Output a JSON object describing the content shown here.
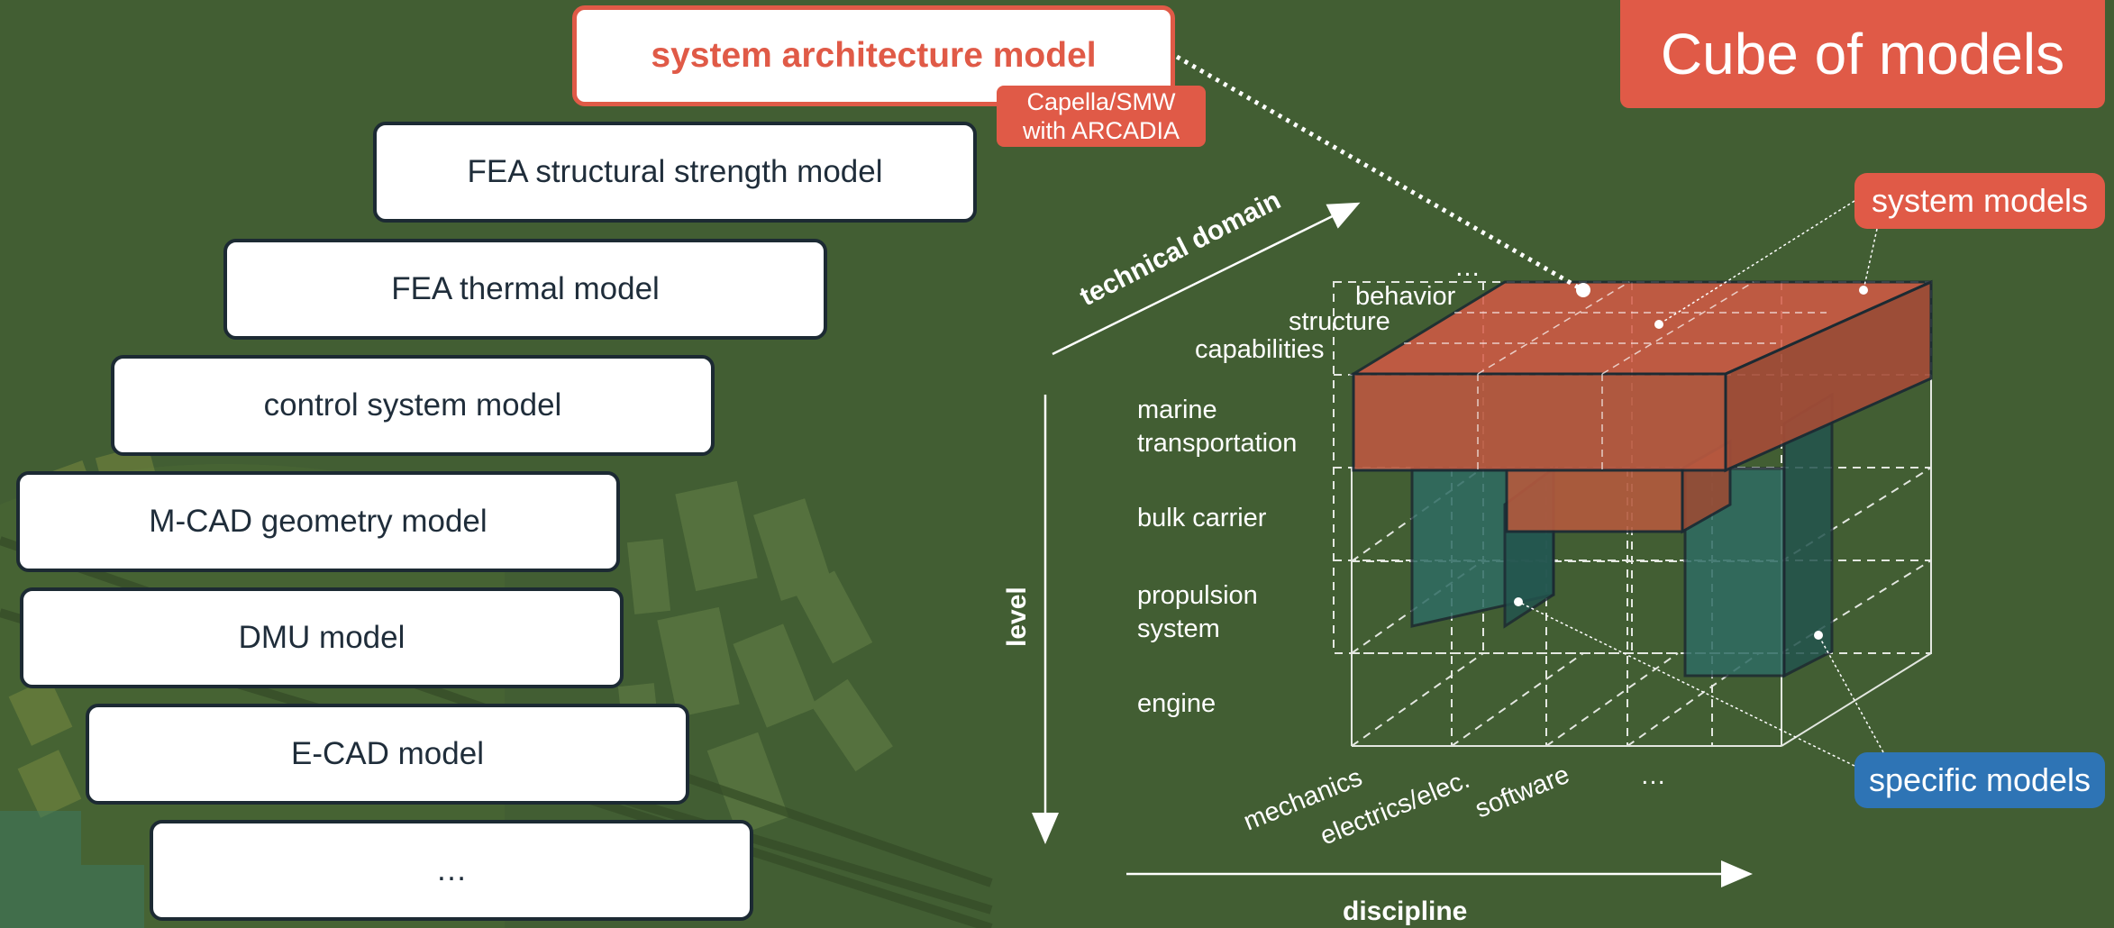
{
  "title": "Cube of models",
  "models": [
    {
      "id": "system-architecture-model",
      "label": "system architecture model",
      "highlight": true
    },
    {
      "id": "fea-structural-model",
      "label": "FEA structural strength model"
    },
    {
      "id": "fea-thermal-model",
      "label": "FEA thermal model"
    },
    {
      "id": "control-system-model",
      "label": "control system model"
    },
    {
      "id": "mcad-geometry-model",
      "label": "M-CAD geometry model"
    },
    {
      "id": "dmu-model",
      "label": "DMU model"
    },
    {
      "id": "ecad-model",
      "label": "E-CAD model"
    },
    {
      "id": "more-models",
      "label": "…"
    }
  ],
  "tool_badge": {
    "line1": "Capella/SMW",
    "line2": "with ARCADIA"
  },
  "callouts": {
    "system_models": "system models",
    "specific_models": "specific models"
  },
  "axes": {
    "technical_domain": "technical domain",
    "level": "level",
    "discipline": "discipline"
  },
  "technical_domain_items": [
    "capabilities",
    "structure",
    "behavior",
    "…"
  ],
  "level_items": [
    {
      "line1": "marine",
      "line2": "transportation"
    },
    {
      "line1": "bulk carrier",
      "line2": ""
    },
    {
      "line1": "propulsion",
      "line2": "system"
    },
    {
      "line1": "engine",
      "line2": ""
    }
  ],
  "discipline_items": [
    "mechanics",
    "electrics/elec.",
    "software",
    "…"
  ],
  "colors": {
    "background": "#425e33",
    "accent_red": "#e05a47",
    "accent_blue": "#2e74b5",
    "box_border": "#1c2a33",
    "system_block": "#c8503e",
    "specific_block": "#2e6b63"
  }
}
